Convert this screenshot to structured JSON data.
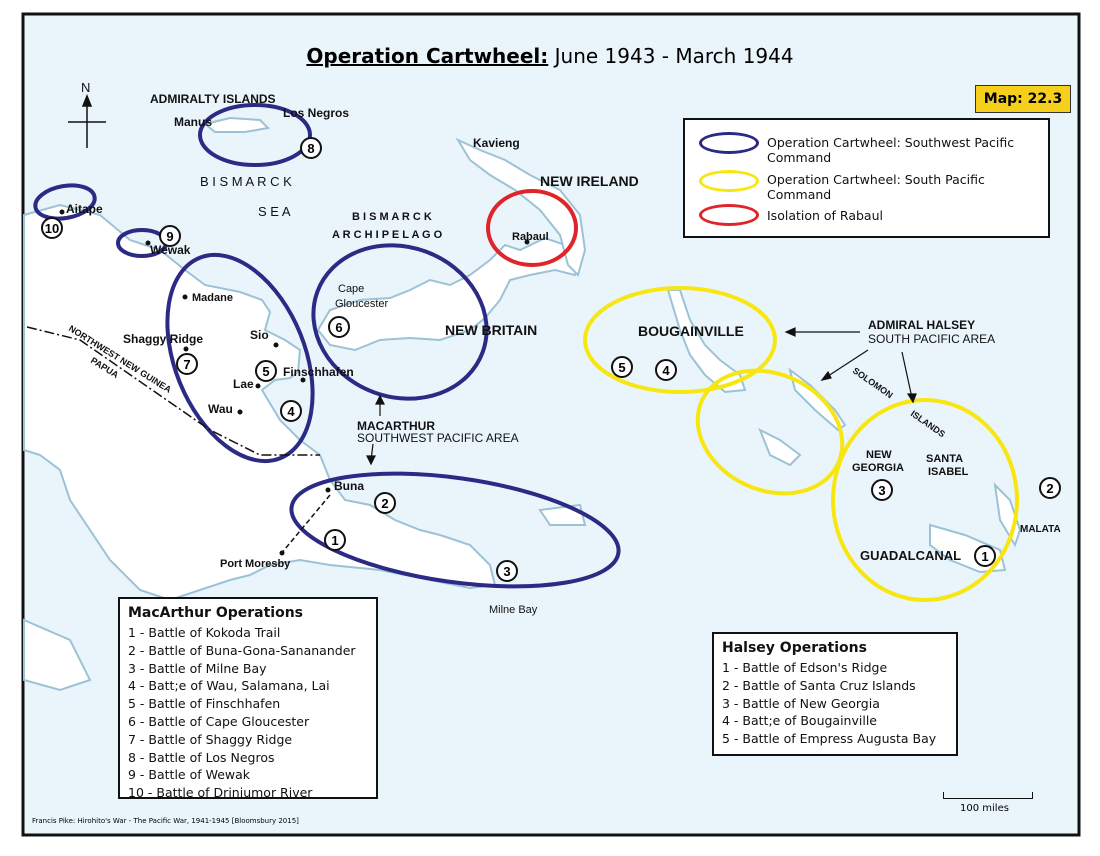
{
  "title": {
    "bold": "Operation Cartwheel:",
    "rest": " June 1943 - March 1944"
  },
  "map_number": "Map: 22.3",
  "compass": "N",
  "legend": [
    {
      "label": "Operation Cartwheel: Southwest Pacific Command",
      "color": "#2b2a84"
    },
    {
      "label": "Operation Cartwheel: South Pacific Command",
      "color": "#f7e60f"
    },
    {
      "label": "Isolation of Rabaul",
      "color": "#e0242a"
    }
  ],
  "places": {
    "admiralty": "ADMIRALTY ISLANDS",
    "manus": "Manus",
    "los_negros": "Los Negros",
    "bismarck1": "B I S M A R C K",
    "bismarck2": "S E A",
    "archipelago1": "B I S M A R C K",
    "archipelago2": "A R C H I P E L A G O",
    "kavieng": "Kavieng",
    "new_ireland": "NEW IRELAND",
    "rabaul": "Rabaul",
    "aitape": "Aitape",
    "wewak": "Wewak",
    "madane": "Madane",
    "cape1": "Cape",
    "cape2": "Gloucester",
    "new_britain": "NEW BRITAIN",
    "shaggy": "Shaggy Ridge",
    "sio": "Sio",
    "finsch": "Finschhafen",
    "lae": "Lae",
    "wau": "Wau",
    "nwng": "NORTHWEST NEW GUINEA",
    "papua": "PAPUA",
    "macarthur": "MACARTHUR",
    "swpa": "SOUTHWEST PACIFIC AREA",
    "buna": "Buna",
    "port_moresby": "Port Moresby",
    "milne": "Milne Bay",
    "bougainville": "BOUGAINVILLE",
    "halsey": "ADMIRAL HALSEY",
    "spa": "SOUTH PACIFIC AREA",
    "solomon": "SOLOMON",
    "islands": "ISLANDS",
    "new_georgia1": "NEW",
    "new_georgia2": "GEORGIA",
    "santa1": "SANTA",
    "santa2": "ISABEL",
    "guadalcanal": "GUADALCANAL",
    "malata": "MALATA"
  },
  "macarthur_ops": {
    "title": "MacArthur Operations",
    "items": [
      "1 -  Battle of Kokoda Trail",
      "2 -  Battle of Buna-Gona-Sananander",
      "3 -  Battle of Milne Bay",
      "4 -  Batt;e of Wau, Salamana, Lai",
      "5 -  Battle of Finschhafen",
      "6 -  Battle of Cape Gloucester",
      "7 -  Battle of Shaggy Ridge",
      "8 -  Battle of Los Negros",
      "9 -  Battle of Wewak",
      "10 - Battle of Driniumor River"
    ]
  },
  "halsey_ops": {
    "title": "Halsey Operations",
    "items": [
      "1 -  Battle of Edson's Ridge",
      "2 -  Battle of Santa Cruz Islands",
      "3 -  Battle of New Georgia",
      "4 -  Batt;e of Bougainville",
      "5 -  Battle of Empress Augusta Bay"
    ]
  },
  "markers_sw": [
    "1",
    "2",
    "3",
    "4",
    "5",
    "6",
    "7",
    "8",
    "9",
    "10"
  ],
  "markers_sp": [
    "1",
    "2",
    "3",
    "4",
    "5"
  ],
  "scale": "100 miles",
  "credit": "Francis Pike:  Hirohito's War - The Pacific War, 1941-1945   [Bloomsbury 2015]"
}
